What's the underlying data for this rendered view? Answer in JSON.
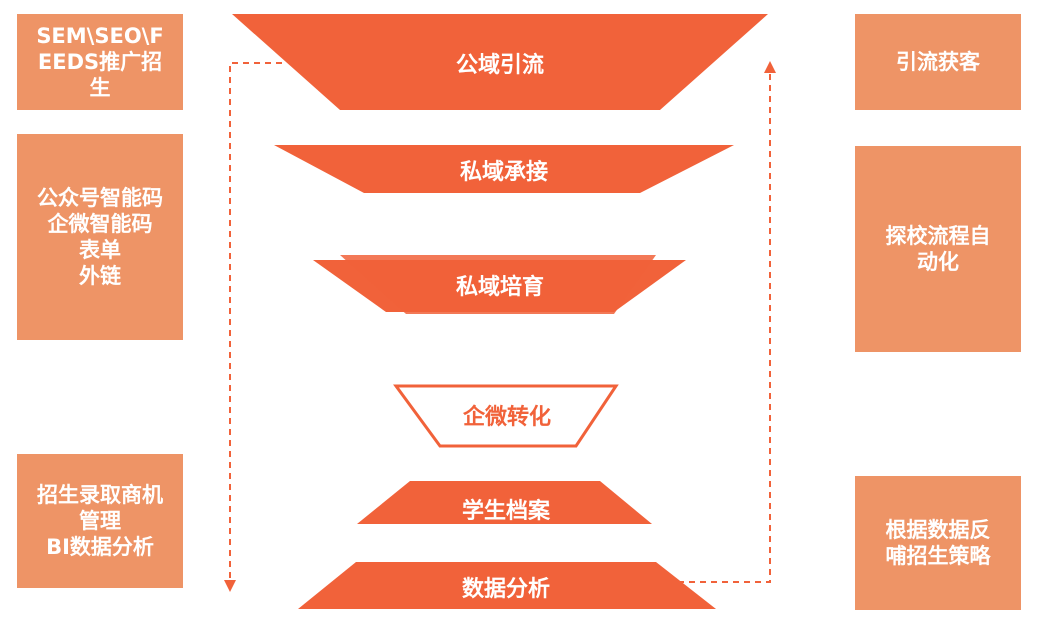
{
  "colors": {
    "primary": "#f1623a",
    "side_box": "#ee9466",
    "text_on_color": "#ffffff"
  },
  "left_boxes": [
    {
      "text": "SEM\\SEO\\F\nEEDS推广招\n生"
    },
    {
      "text": "公众号智能码\n企微智能码\n表单\n外链"
    },
    {
      "text": "招生录取商机\n管理\nBI数据分析"
    }
  ],
  "right_boxes": [
    {
      "text": "引流获客"
    },
    {
      "text": "探校流程自\n动化"
    },
    {
      "text": "根据数据反\n哺招生策略"
    }
  ],
  "funnel_stages": [
    {
      "label": "公域引流"
    },
    {
      "label": "私域承接"
    },
    {
      "label": "私域培育"
    },
    {
      "label": "企微转化"
    },
    {
      "label": "学生档案"
    },
    {
      "label": "数据分析"
    }
  ]
}
